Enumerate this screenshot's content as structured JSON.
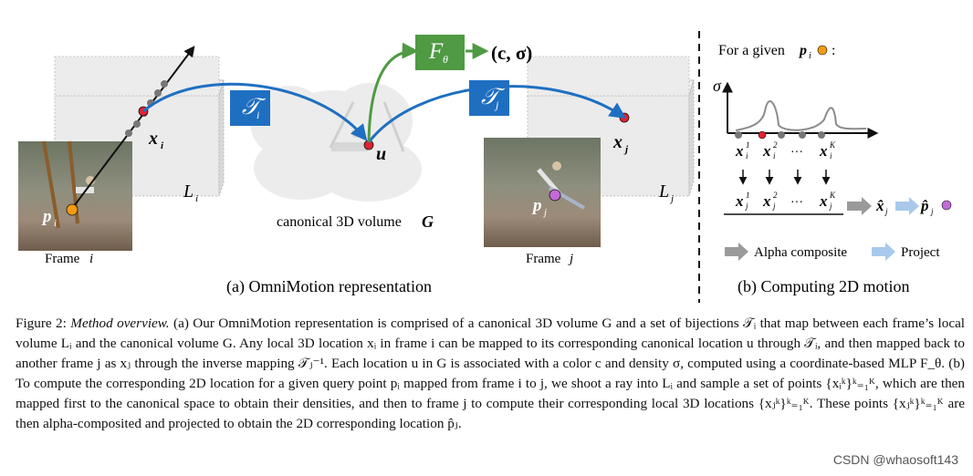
{
  "figure": {
    "left_panel": {
      "box_label_i": "L",
      "box_label_i_sub": "i",
      "box_label_j": "L",
      "box_label_j_sub": "j",
      "transform_i": "𝒯",
      "transform_i_sub": "i",
      "transform_j": "𝒯",
      "transform_j_sub": "j",
      "mlp": "F",
      "mlp_sub": "θ",
      "mlp_output": "(c, σ)",
      "point_x_i": "x",
      "point_x_i_sub": "i",
      "point_x_j": "x",
      "point_x_j_sub": "j",
      "point_u": "u",
      "point_p_i": "p",
      "point_p_i_sub": "i",
      "point_p_j": "p",
      "point_p_j_sub": "j",
      "canonical_label": "canonical 3D volume",
      "canonical_symbol": "G",
      "frame_i_label": "Frame",
      "frame_i_index": "i",
      "frame_j_label": "Frame",
      "frame_j_index": "j",
      "subcaption": "(a) OmniMotion representation"
    },
    "right_panel": {
      "heading_text": "For a given",
      "heading_point": "p",
      "heading_point_sub": "i",
      "heading_end": ":",
      "sigma_axis": "σ",
      "samples_i": [
        "x",
        "x",
        "···",
        "x"
      ],
      "samples_i_sup": [
        "1",
        "2",
        "",
        "K"
      ],
      "samples_i_sub": "i",
      "samples_j": [
        "x",
        "x",
        "···",
        "x"
      ],
      "samples_j_sup": [
        "1",
        "2",
        "",
        "K"
      ],
      "samples_j_sub": "j",
      "composite_result": "x̂",
      "composite_result_sub": "j",
      "projected_result": "p̂",
      "projected_result_sub": "j",
      "legend_alpha": "Alpha composite",
      "legend_project": "Project",
      "subcaption": "(b) Computing 2D motion"
    },
    "colors": {
      "transform_blue": "#1f6fc1",
      "mlp_green": "#4f9a43",
      "point_red": "#e3212f",
      "point_orange": "#f39c12",
      "point_purple": "#c36ad8",
      "gray_arrow": "#9a9a9a",
      "light_blue_arrow": "#a9c9ec"
    }
  },
  "caption": {
    "figure_label": "Figure 2:",
    "title": "Method overview.",
    "body": "(a) Our OmniMotion representation is comprised of a canonical 3D volume G and a set of bijections 𝒯ᵢ that map between each frame’s local volume Lᵢ and the canonical volume G. Any local 3D location xᵢ in frame i can be mapped to its corresponding canonical location u through 𝒯ᵢ, and then mapped back to another frame j as xⱼ through the inverse mapping 𝒯ⱼ⁻¹. Each location u in G is associated with a color c and density σ, computed using a coordinate-based MLP F_θ. (b) To compute the corresponding 2D location for a given query point pᵢ mapped from frame i to j, we shoot a ray into Lᵢ and sample a set of points {xᵢᵏ}ᵏ₌₁ᴷ, which are then mapped first to the canonical space to obtain their densities, and then to frame j to compute their corresponding local 3D locations {xⱼᵏ}ᵏ₌₁ᴷ. These points {xⱼᵏ}ᵏ₌₁ᴷ are then alpha-composited and projected to obtain the 2D corresponding location p̂ⱼ."
  },
  "watermark": "CSDN @whaosoft143"
}
